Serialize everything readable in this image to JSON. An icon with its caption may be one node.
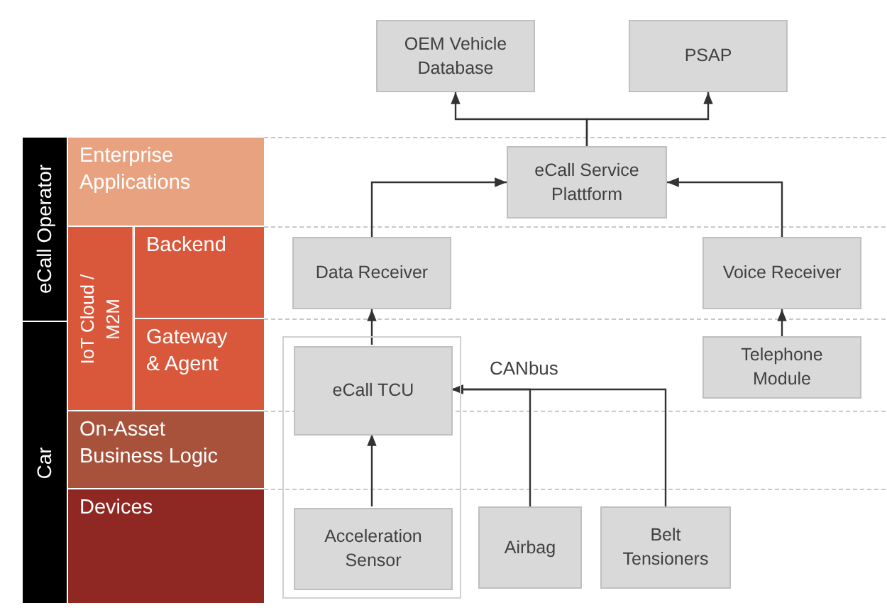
{
  "diagram": {
    "nodes": [
      {
        "text": [
          "OEM Vehicle Database"
        ]
      },
      {
        "text": [
          "PSAP"
        ]
      },
      {
        "text": [
          "eCall Operator"
        ]
      },
      {
        "text": [
          "Enterprise Applications"
        ]
      },
      {
        "text": [
          "eCall Service Plattform"
        ]
      },
      {
        "text": [
          "IoT Cloud / M2M"
        ]
      },
      {
        "text": [
          "Backend"
        ]
      },
      {
        "text": [
          "Data Receiver"
        ]
      },
      {
        "text": [
          "Voice Receiver"
        ]
      },
      {
        "text": [
          "Car"
        ]
      },
      {
        "text": [
          "Gateway & Agent"
        ]
      },
      {
        "text": [],
        "shape": "box"
      },
      {
        "text": [
          "eCall TCU"
        ],
        "in": 11
      },
      {
        "text": [
          "Telephone Module"
        ]
      },
      {
        "text": [
          "On-Asset Business Logic"
        ]
      },
      {
        "text": [
          "Devices"
        ]
      },
      {
        "text": [
          "Acceleration Sensor"
        ],
        "in": 11
      },
      {
        "text": [
          "Airbag"
        ]
      },
      {
        "text": [
          "Belt Tensioners"
        ]
      }
    ],
    "edges": [
      {
        "from": 4,
        "to": 0,
        "arrow": "to"
      },
      {
        "from": 4,
        "to": 1,
        "arrow": "to"
      },
      {
        "from": 7,
        "to": 4,
        "arrow": "to"
      },
      {
        "from": 8,
        "to": 4,
        "arrow": "to"
      },
      {
        "from": 12,
        "to": 7,
        "arrow": "to"
      },
      {
        "from": 13,
        "to": 8,
        "arrow": "to"
      },
      {
        "from": 16,
        "to": 12,
        "arrow": "to"
      },
      {
        "from": 17,
        "to": 12,
        "arrow": "to"
      },
      {
        "from": 18,
        "to": 12,
        "arrow": "to"
      }
    ],
    "labels": [
      "CANbus"
    ]
  }
}
